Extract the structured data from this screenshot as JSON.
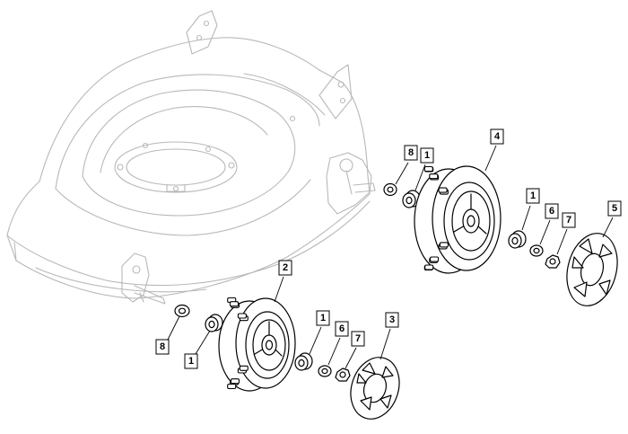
{
  "colors": {
    "line": "#000000",
    "deck": "#b8b8b8",
    "background": "#ffffff"
  },
  "callouts": [
    {
      "id": "label-8-left",
      "text": "8"
    },
    {
      "id": "label-1-left",
      "text": "1"
    },
    {
      "id": "label-2",
      "text": "2"
    },
    {
      "id": "label-1-front-axle",
      "text": "1"
    },
    {
      "id": "label-6-front",
      "text": "6"
    },
    {
      "id": "label-7-front",
      "text": "7"
    },
    {
      "id": "label-3",
      "text": "3"
    },
    {
      "id": "label-8-rear",
      "text": "8"
    },
    {
      "id": "label-1-rear",
      "text": "1"
    },
    {
      "id": "label-4",
      "text": "4"
    },
    {
      "id": "label-1-rear-axle",
      "text": "1"
    },
    {
      "id": "label-6-rear",
      "text": "6"
    },
    {
      "id": "label-7-rear",
      "text": "7"
    },
    {
      "id": "label-5",
      "text": "5"
    }
  ]
}
